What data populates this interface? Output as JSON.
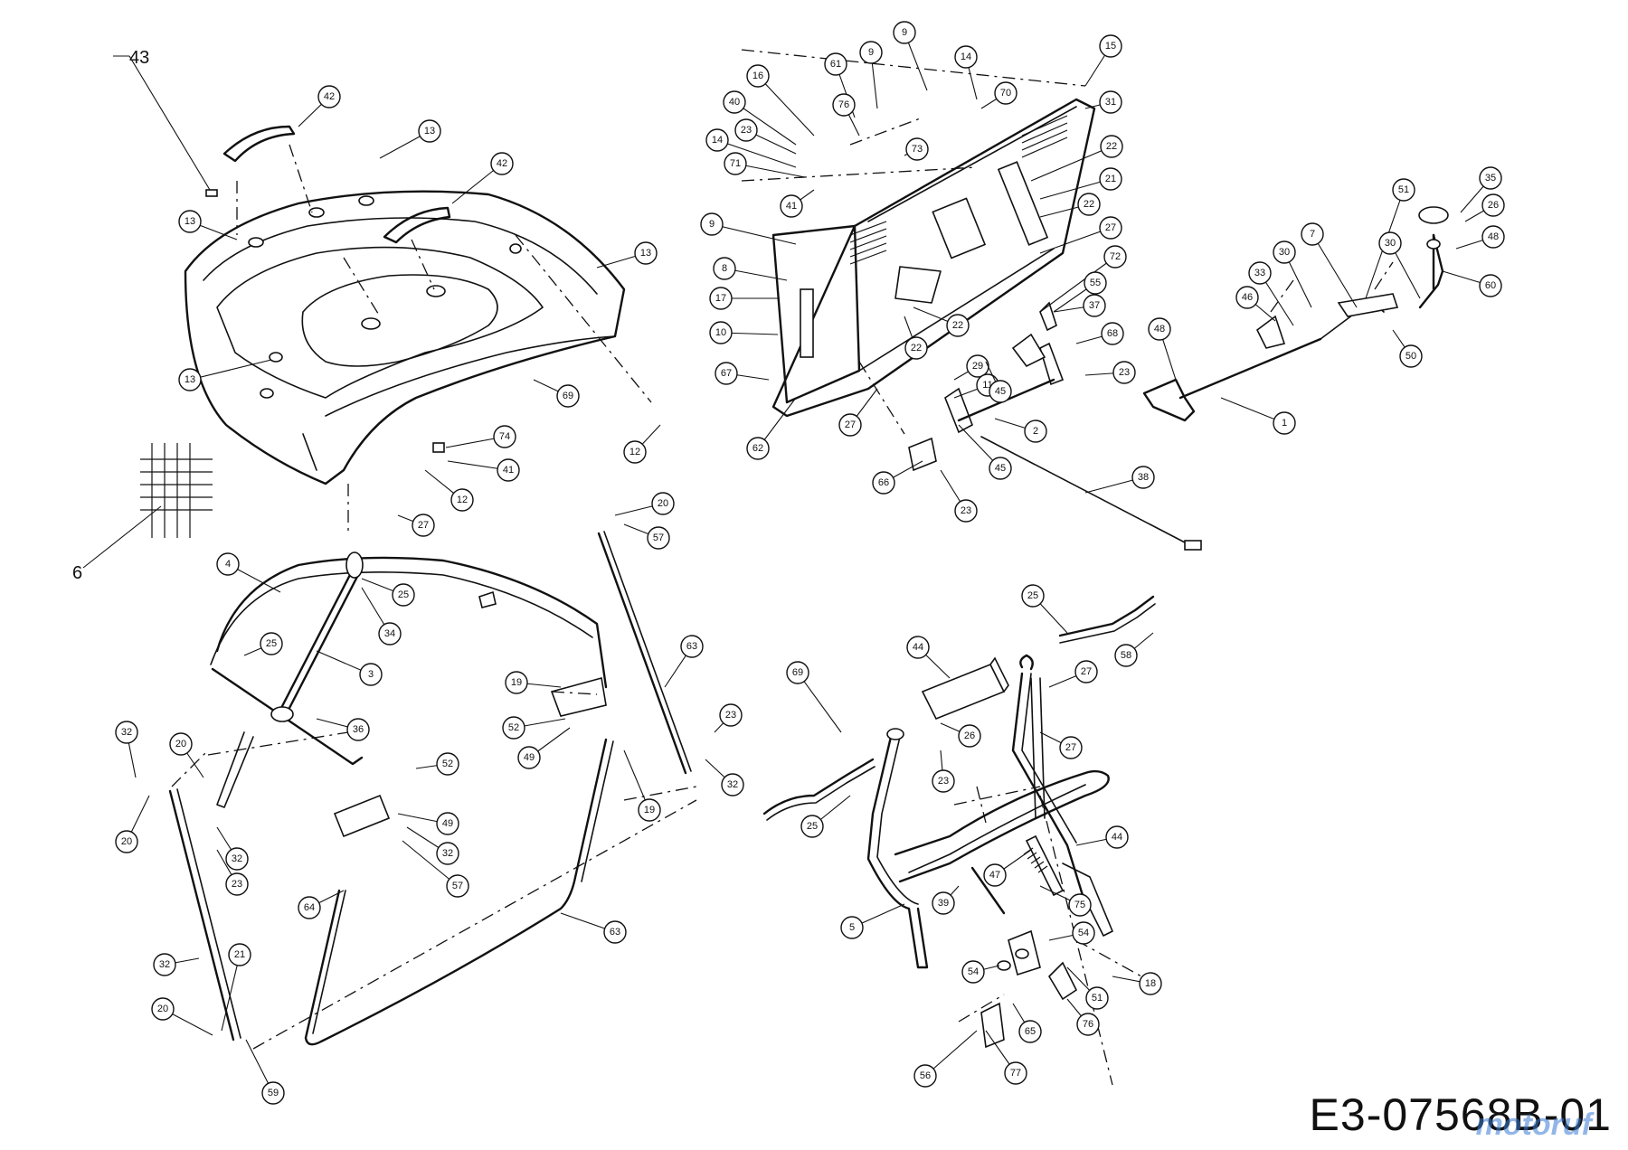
{
  "drawing_number": "E3-07568B-01",
  "watermark": "motoruf",
  "free_labels": {
    "label_43": "43",
    "label_6": "6"
  },
  "callouts": [
    "42",
    "13",
    "42",
    "13",
    "13",
    "13",
    "69",
    "74",
    "41",
    "12",
    "12",
    "27",
    "9",
    "14",
    "15",
    "9",
    "61",
    "16",
    "70",
    "40",
    "76",
    "31",
    "23",
    "73",
    "22",
    "14",
    "71",
    "21",
    "41",
    "22",
    "9",
    "27",
    "8",
    "72",
    "17",
    "55",
    "37",
    "10",
    "22",
    "22",
    "68",
    "67",
    "23",
    "29",
    "11",
    "45",
    "27",
    "2",
    "62",
    "66",
    "45",
    "23",
    "38",
    "51",
    "35",
    "26",
    "7",
    "30",
    "30",
    "48",
    "33",
    "60",
    "46",
    "48",
    "50",
    "1",
    "4",
    "25",
    "32",
    "20",
    "25",
    "34",
    "63",
    "3",
    "36",
    "19",
    "52",
    "49",
    "23",
    "32",
    "20",
    "57",
    "19",
    "52",
    "49",
    "32",
    "21",
    "20",
    "32",
    "23",
    "57",
    "64",
    "63",
    "32",
    "20",
    "59",
    "25",
    "58",
    "69",
    "44",
    "27",
    "26",
    "27",
    "23",
    "44",
    "25",
    "47",
    "75",
    "39",
    "5",
    "54",
    "54",
    "18",
    "51",
    "76",
    "65",
    "56",
    "77"
  ]
}
